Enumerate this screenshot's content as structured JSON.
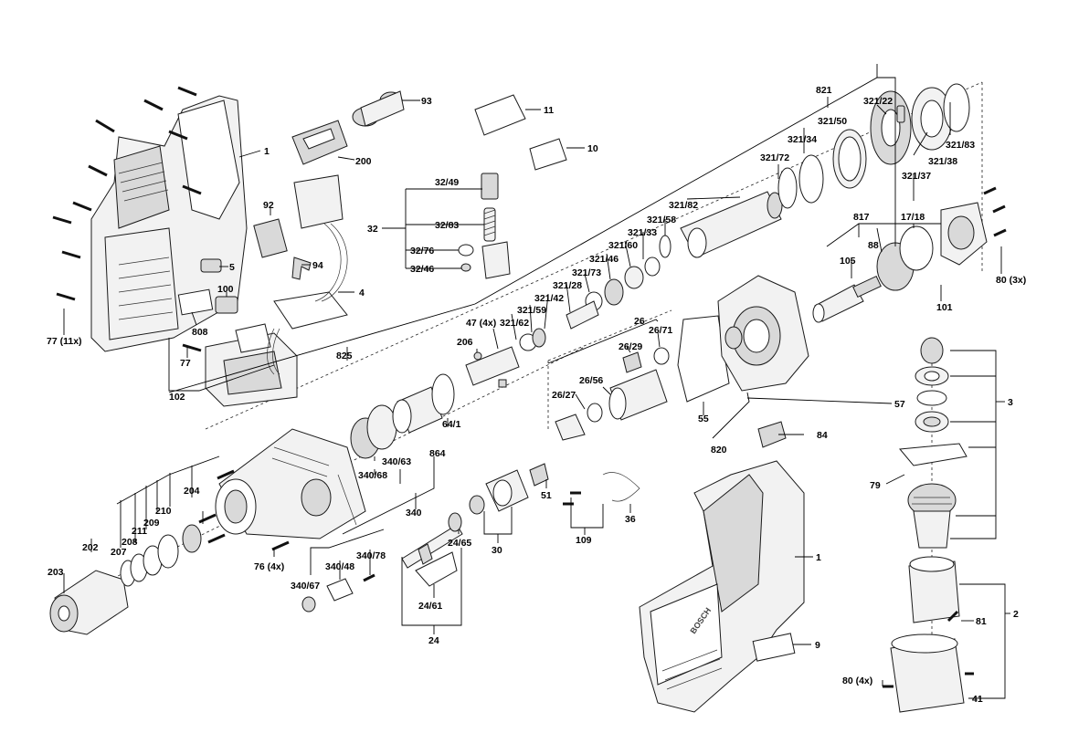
{
  "labels": {
    "l93": "93",
    "l1a": "1",
    "l200": "200",
    "l92": "92",
    "l5": "5",
    "l94": "94",
    "l4": "4",
    "l100": "100",
    "l808": "808",
    "l77x11": "77 (11x)",
    "l77": "77",
    "l102": "102",
    "l825": "825",
    "l11": "11",
    "l10": "10",
    "l32": "32",
    "l32_49": "32/49",
    "l32_83": "32/83",
    "l32_76": "32/76",
    "l32_46": "32/46",
    "l821": "821",
    "l321_22": "321/22",
    "l321_50": "321/50",
    "l321_34": "321/34",
    "l321_72": "321/72",
    "l321_82": "321/82",
    "l321_58": "321/58",
    "l321_33": "321/33",
    "l321_60": "321/60",
    "l321_46": "321/46",
    "l321_73": "321/73",
    "l321_28": "321/28",
    "l321_42": "321/42",
    "l321_59": "321/59",
    "l321_62": "321/62",
    "l47_4x": "47 (4x)",
    "l206": "206",
    "l321_83": "321/83",
    "l321_38": "321/38",
    "l321_37": "321/37",
    "l817": "817",
    "l17_18": "17/18",
    "l88": "88",
    "l105": "105",
    "l101": "101",
    "l80_3x": "80 (3x)",
    "l26": "26",
    "l26_29": "26/29",
    "l26_71": "26/71",
    "l26_56": "26/56",
    "l26_27": "26/27",
    "l55": "55",
    "l57": "57",
    "l3": "3",
    "l820": "820",
    "l84": "84",
    "l64_1": "64/1",
    "l864": "864",
    "l340_63": "340/63",
    "l340_68": "340/68",
    "l340": "340",
    "l204": "204",
    "l210": "210",
    "l209": "209",
    "l211": "211",
    "l208": "208",
    "l207": "207",
    "l202": "202",
    "l203": "203",
    "l76_4x": "76 (4x)",
    "l340_78": "340/78",
    "l340_48": "340/48",
    "l340_67": "340/67",
    "l24_65": "24/65",
    "l24_61": "24/61",
    "l24": "24",
    "l30": "30",
    "l51": "51",
    "l109": "109",
    "l36": "36",
    "l1b": "1",
    "l79": "79",
    "l2": "2",
    "l81": "81",
    "l9": "9",
    "l80_4x": "80 (4x)",
    "l41": "41"
  },
  "brand_mark": "BOSCH"
}
